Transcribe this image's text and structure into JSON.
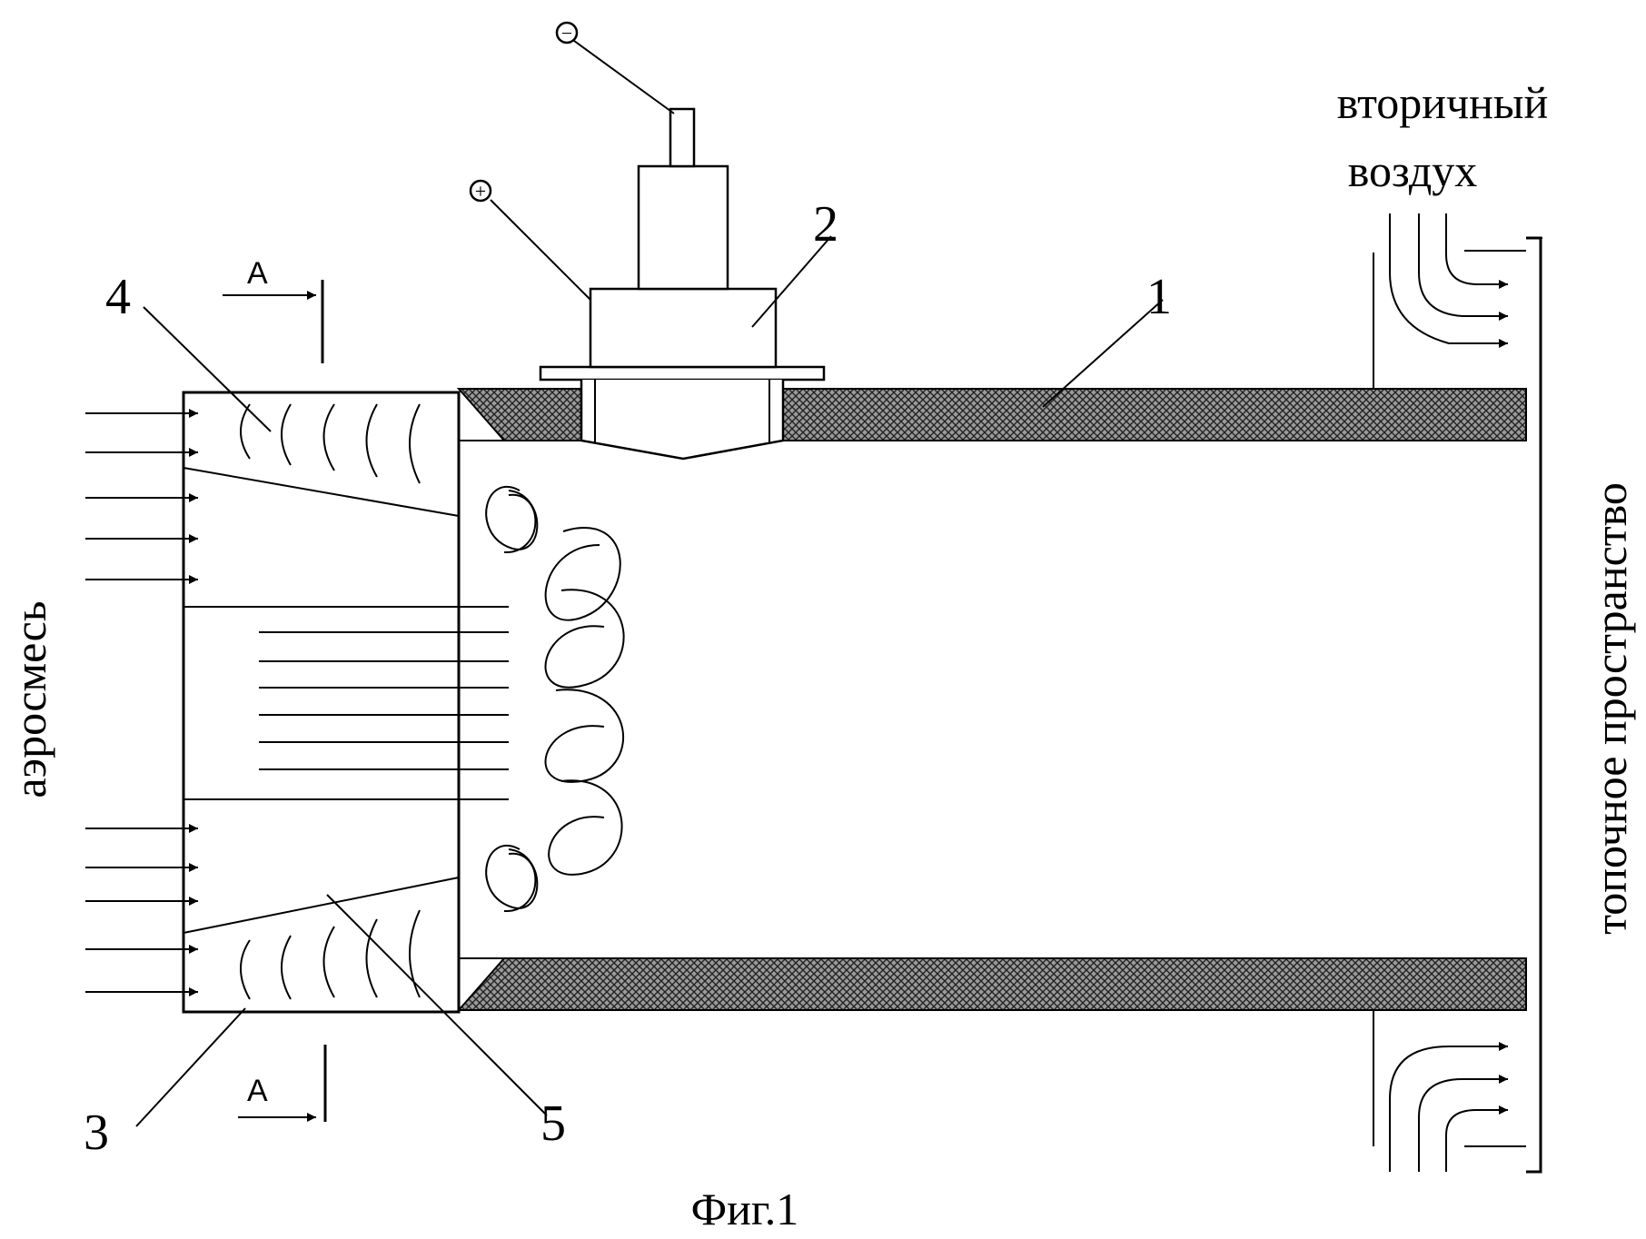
{
  "labels": {
    "n1": "1",
    "n2": "2",
    "n3": "3",
    "n4": "4",
    "n5": "5",
    "secTop": "A",
    "secBottom": "A",
    "plus": "+",
    "minus": "−",
    "secondaryAir1": "вторичный",
    "secondaryAir2": "воздух",
    "aeromix": "аэросмесь",
    "furnace": "топочное пространство",
    "caption": "Фиг.1"
  }
}
